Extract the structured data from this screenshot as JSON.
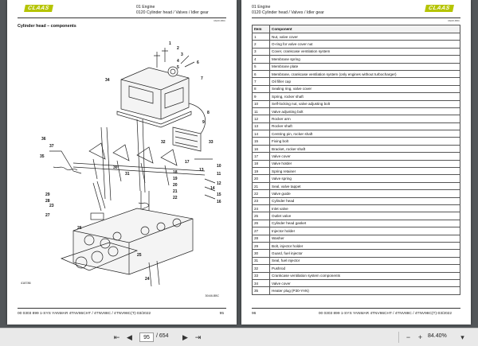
{
  "left_page": {
    "logo": "CLAAS",
    "header_line1": "01 Engine",
    "header_line2": "0120 Cylinder head / Valves / Idler gear",
    "doc_ref": "RE08-BBC",
    "section_title": "Cylinder head – components",
    "figure_id": "418786",
    "figure_code": "30446-BBC",
    "footer": "00 0303 899 1-SYS YANMAR 4TNV86CHT / 4TNV88C / 4TNV98C(T)-03/2022",
    "page_number": "95",
    "callouts": [
      "1",
      "2",
      "3",
      "4",
      "5",
      "6",
      "7",
      "8",
      "9",
      "10",
      "11",
      "12",
      "13",
      "14",
      "15",
      "16",
      "17",
      "18",
      "19",
      "20",
      "21",
      "22",
      "23",
      "24",
      "25",
      "26",
      "27",
      "28",
      "29",
      "30",
      "31",
      "32",
      "33",
      "34",
      "35",
      "36",
      "37"
    ]
  },
  "right_page": {
    "logo": "CLAAS",
    "header_line1": "01 Engine",
    "header_line2": "0120 Cylinder head / Valves / Idler gear",
    "doc_ref": "RE08-BBC",
    "table_headers": {
      "item": "Item",
      "component": "Component"
    },
    "rows": [
      {
        "item": "1",
        "component": "Nut, valve cover"
      },
      {
        "item": "2",
        "component": "O-ring for valve cover nut"
      },
      {
        "item": "3",
        "component": "Cover, crankcase ventilation system"
      },
      {
        "item": "4",
        "component": "Membrane spring"
      },
      {
        "item": "5",
        "component": "Membrane plate"
      },
      {
        "item": "6",
        "component": "Membrane, crankcase ventilation system (only engines without turbocharger)"
      },
      {
        "item": "7",
        "component": "Oil filler cap"
      },
      {
        "item": "8",
        "component": "Sealing ring, valve cover"
      },
      {
        "item": "9",
        "component": "Spring, rocker shaft"
      },
      {
        "item": "10",
        "component": "Self-locking nut, valve adjusting bolt"
      },
      {
        "item": "11",
        "component": "Valve adjusting bolt"
      },
      {
        "item": "12",
        "component": "Rocker arm"
      },
      {
        "item": "13",
        "component": "Rocker shaft"
      },
      {
        "item": "14",
        "component": "Centring pin, rocker shaft"
      },
      {
        "item": "15",
        "component": "Fixing bolt"
      },
      {
        "item": "16",
        "component": "Bracket, rocker shaft"
      },
      {
        "item": "17",
        "component": "Valve cover"
      },
      {
        "item": "18",
        "component": "Valve holder"
      },
      {
        "item": "19",
        "component": "Spring retainer"
      },
      {
        "item": "20",
        "component": "Valve spring"
      },
      {
        "item": "21",
        "component": "Seal, valve tappet"
      },
      {
        "item": "22",
        "component": "Valve guide"
      },
      {
        "item": "23",
        "component": "Cylinder head"
      },
      {
        "item": "24",
        "component": "Inlet valve"
      },
      {
        "item": "25",
        "component": "Outlet valve"
      },
      {
        "item": "26",
        "component": "Cylinder head gasket"
      },
      {
        "item": "27",
        "component": "Injector holder"
      },
      {
        "item": "28",
        "component": "Washer"
      },
      {
        "item": "29",
        "component": "Bolt, injector holder"
      },
      {
        "item": "30",
        "component": "Guard, fuel injector"
      },
      {
        "item": "31",
        "component": "Seal, fuel injector"
      },
      {
        "item": "32",
        "component": "Pushrod"
      },
      {
        "item": "33",
        "component": "Crankcase ventilation system components"
      },
      {
        "item": "34",
        "component": "Valve cover"
      },
      {
        "item": "35",
        "component": "Heater plug (P30-YAN)"
      }
    ],
    "footer": "00 0303 899 1-SYS YANMAR 4TNV86CHT / 4TNV88C / 4TNV98C(T)-03/2022",
    "page_number": "96"
  },
  "toolbar": {
    "current_page": "95",
    "page_total": "/ 654",
    "zoom": "84.40%",
    "icons": [
      "first-page-icon",
      "prev-page-icon",
      "next-page-icon",
      "last-page-icon",
      "zoom-out-icon",
      "zoom-in-icon",
      "zoom-dropdown-icon"
    ]
  }
}
